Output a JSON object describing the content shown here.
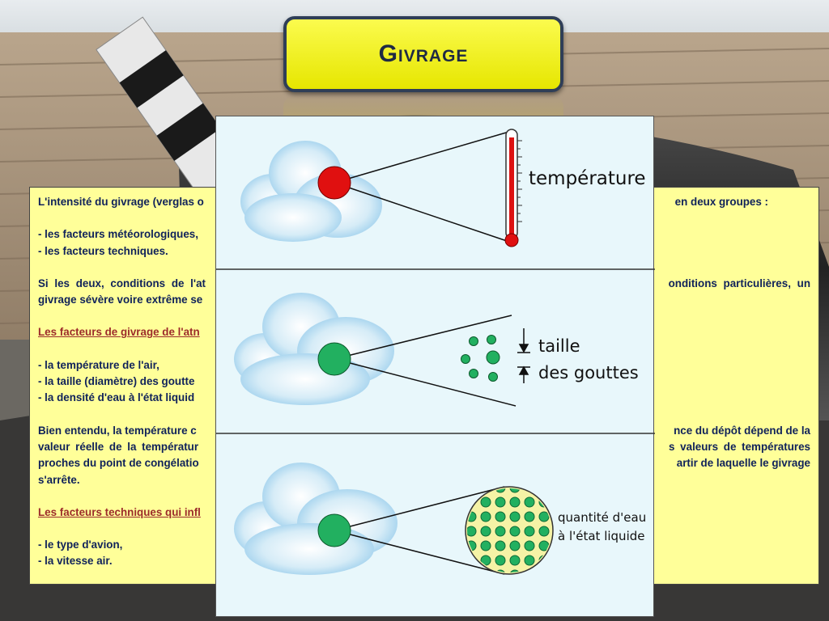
{
  "title": "Givrage",
  "panel": {
    "p1_left": "L'intensité du givrage (verglas o",
    "p1_right": "en deux groupes :",
    "list1": [
      "- les facteurs météorologiques,",
      "- les facteurs techniques."
    ],
    "p2_left_line1": "Si les deux, conditions de l'at",
    "p2_right_line1": "onditions particulières, un",
    "p2_left_line2": "givrage sévère voire extrême se",
    "heading1": "Les  facteurs de givrage de l'atn",
    "list2": [
      "- la température de l'air,",
      "- la taille (diamètre) des goutte",
      "- la densité d'eau à l'état liquid"
    ],
    "p3_left": [
      "Bien entendu, la température c",
      "valeur réelle de la températur",
      "proches du point de congélatio",
      "s'arrête."
    ],
    "p3_right": [
      "nce du dépôt dépend de la",
      "s valeurs de températures",
      "artir de laquelle le givrage"
    ],
    "heading2": "Les  facteurs techniques qui infl",
    "list3": [
      "- le type d'avion,",
      "- la vitesse air."
    ]
  },
  "diagram": {
    "label_temperature": "température",
    "label_taille": "taille",
    "label_gouttes": "des gouttes",
    "label_quantite": "quantité d'eau",
    "label_liquide": "à l'état liquide"
  },
  "colors": {
    "title_fill": "#f2f21a",
    "panel_fill": "#ffff99",
    "panel_text": "#10225a",
    "red_droplet": "#e01010",
    "green_droplet": "#22b060"
  }
}
